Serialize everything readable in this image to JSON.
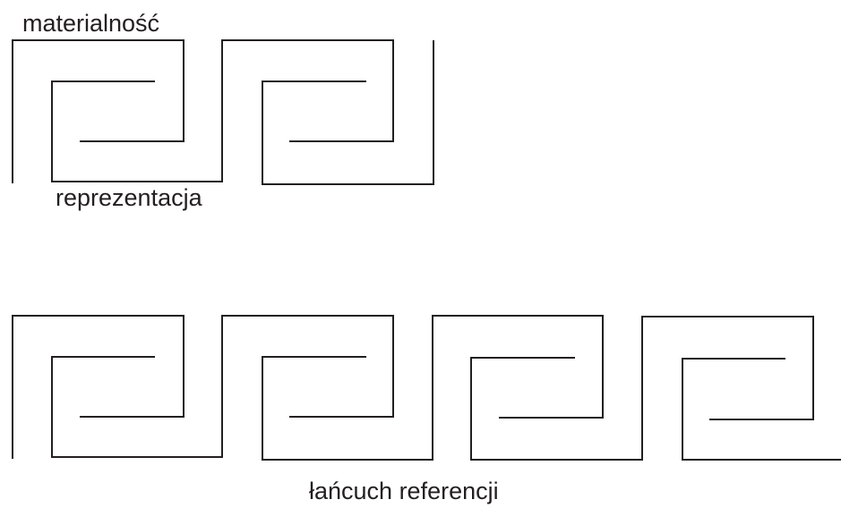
{
  "labels": {
    "materiality": "materialność",
    "representation": "reprezentacja",
    "chain": "łańcuch referencji"
  },
  "colors": {
    "line": "#231f20",
    "text": "#231f20",
    "background": "#ffffff"
  }
}
